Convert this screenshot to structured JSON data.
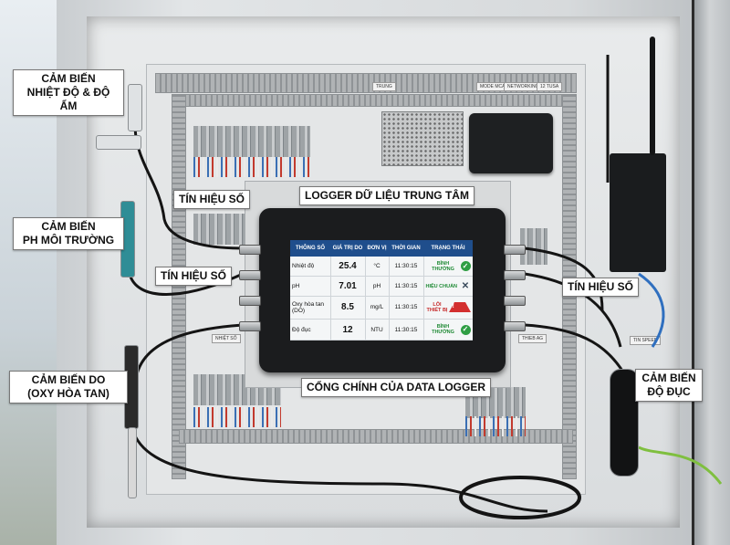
{
  "labels": {
    "temp_humidity_sensor": "CẢM BIẾN\nNHIỆT ĐỘ & ĐỘ ẨM",
    "ph_sensor": "CẢM BIẾN\nPH MÔI TRƯỜNG",
    "do_sensor": "CẢM BIẾN DO\n(OXY HÒA TAN)",
    "turbidity_sensor": "CẢM BIẾN\nĐỘ ĐỤC",
    "digital_signal_1": "TÍN HIỆU SỐ",
    "digital_signal_2": "TÍN HIỆU SỐ",
    "digital_signal_3": "TÍN HIỆU SỐ",
    "central_logger": "LOGGER DỮ LIỆU TRUNG TÂM",
    "logger_gateway": "CỔNG CHÍNH CỦA DATA LOGGER"
  },
  "panel_tags": {
    "top_1": "TRUNG",
    "top_2": "MODE MCA",
    "top_3": "NETWORKING",
    "top_4": "12 TUSA",
    "left_mid": "NHIỆT SỐ",
    "right_mid": "THIEB AG",
    "right_label": "TIN SPEED"
  },
  "screen": {
    "headers": [
      "THÔNG SỐ",
      "GIÁ TRỊ DO",
      "ĐƠN VỊ",
      "THỜI GIAN",
      "TRẠNG THÁI"
    ],
    "rows": [
      {
        "param": "Nhiệt độ",
        "value": "25.4",
        "unit": "°C",
        "time": "11:30:15",
        "status": "BÌNH THƯỜNG",
        "icon": "check-icon"
      },
      {
        "param": "pH",
        "value": "7.01",
        "unit": "pH",
        "time": "11:30:15",
        "status": "HIỆU CHUẨN",
        "icon": "wrench-icon"
      },
      {
        "param": "Oxy hòa tan (DO)",
        "value": "8.5",
        "unit": "mg/L",
        "time": "11:30:15",
        "status": "LỖI THIẾT BỊ",
        "icon": "warning-icon"
      },
      {
        "param": "Độ đục",
        "value": "12",
        "unit": "NTU",
        "time": "11:30:15",
        "status": "BÌNH THƯỜNG",
        "icon": "check-icon"
      }
    ]
  },
  "colors": {
    "header_blue": "#1f4e8c",
    "ok_green": "#2f9e44",
    "error_red": "#d32f2f"
  }
}
